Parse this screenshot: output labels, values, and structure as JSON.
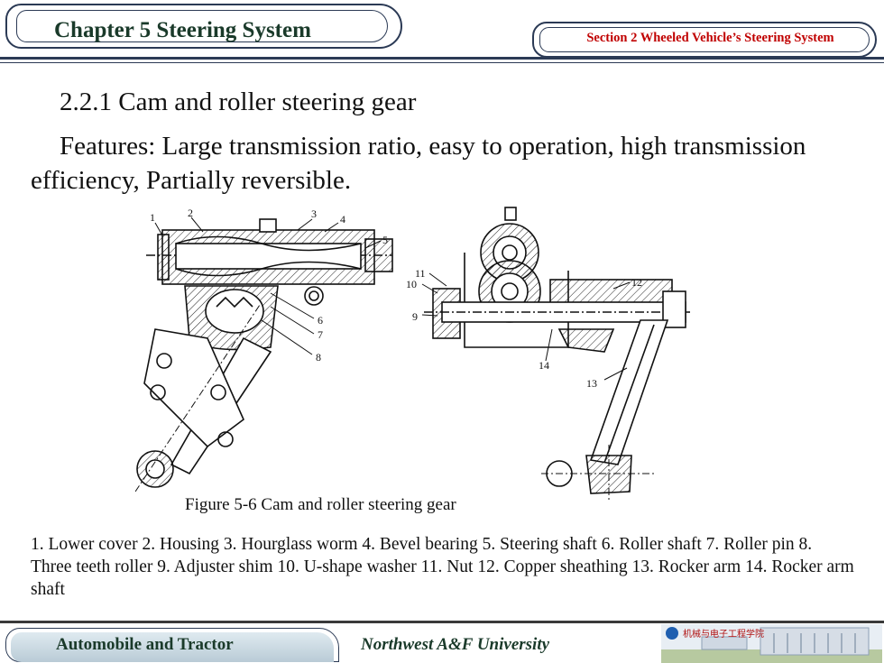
{
  "header": {
    "chapter_title": "Chapter 5 Steering System",
    "section_title": "Section 2 Wheeled Vehicle’s Steering System"
  },
  "content": {
    "heading": "2.2.1 Cam and roller steering gear",
    "features": "Features:  Large transmission ratio, easy to operation, high transmission efficiency, Partially reversible."
  },
  "figure": {
    "caption": "Figure 5-6 Cam and roller steering gear",
    "callouts": [
      "1",
      "2",
      "3",
      "4",
      "5",
      "6",
      "7",
      "8",
      "9",
      "10",
      "11",
      "12",
      "13",
      "14"
    ]
  },
  "legend": "1. Lower cover  2. Housing   3. Hourglass worm   4. Bevel bearing   5. Steering shaft   6. Roller shaft   7. Roller pin  8. Three teeth roller   9. Adjuster shim   10. U-shape washer  11. Nut  12. Copper sheathing  13. Rocker arm  14. Rocker arm shaft",
  "footer": {
    "left_label": "Automobile and Tractor",
    "right_label": "Northwest A&F University",
    "logo_text": "机械与电子工程学院"
  },
  "colors": {
    "title_green": "#1a3a2a",
    "section_red": "#c00000",
    "frame_navy": "#2b3a55"
  }
}
